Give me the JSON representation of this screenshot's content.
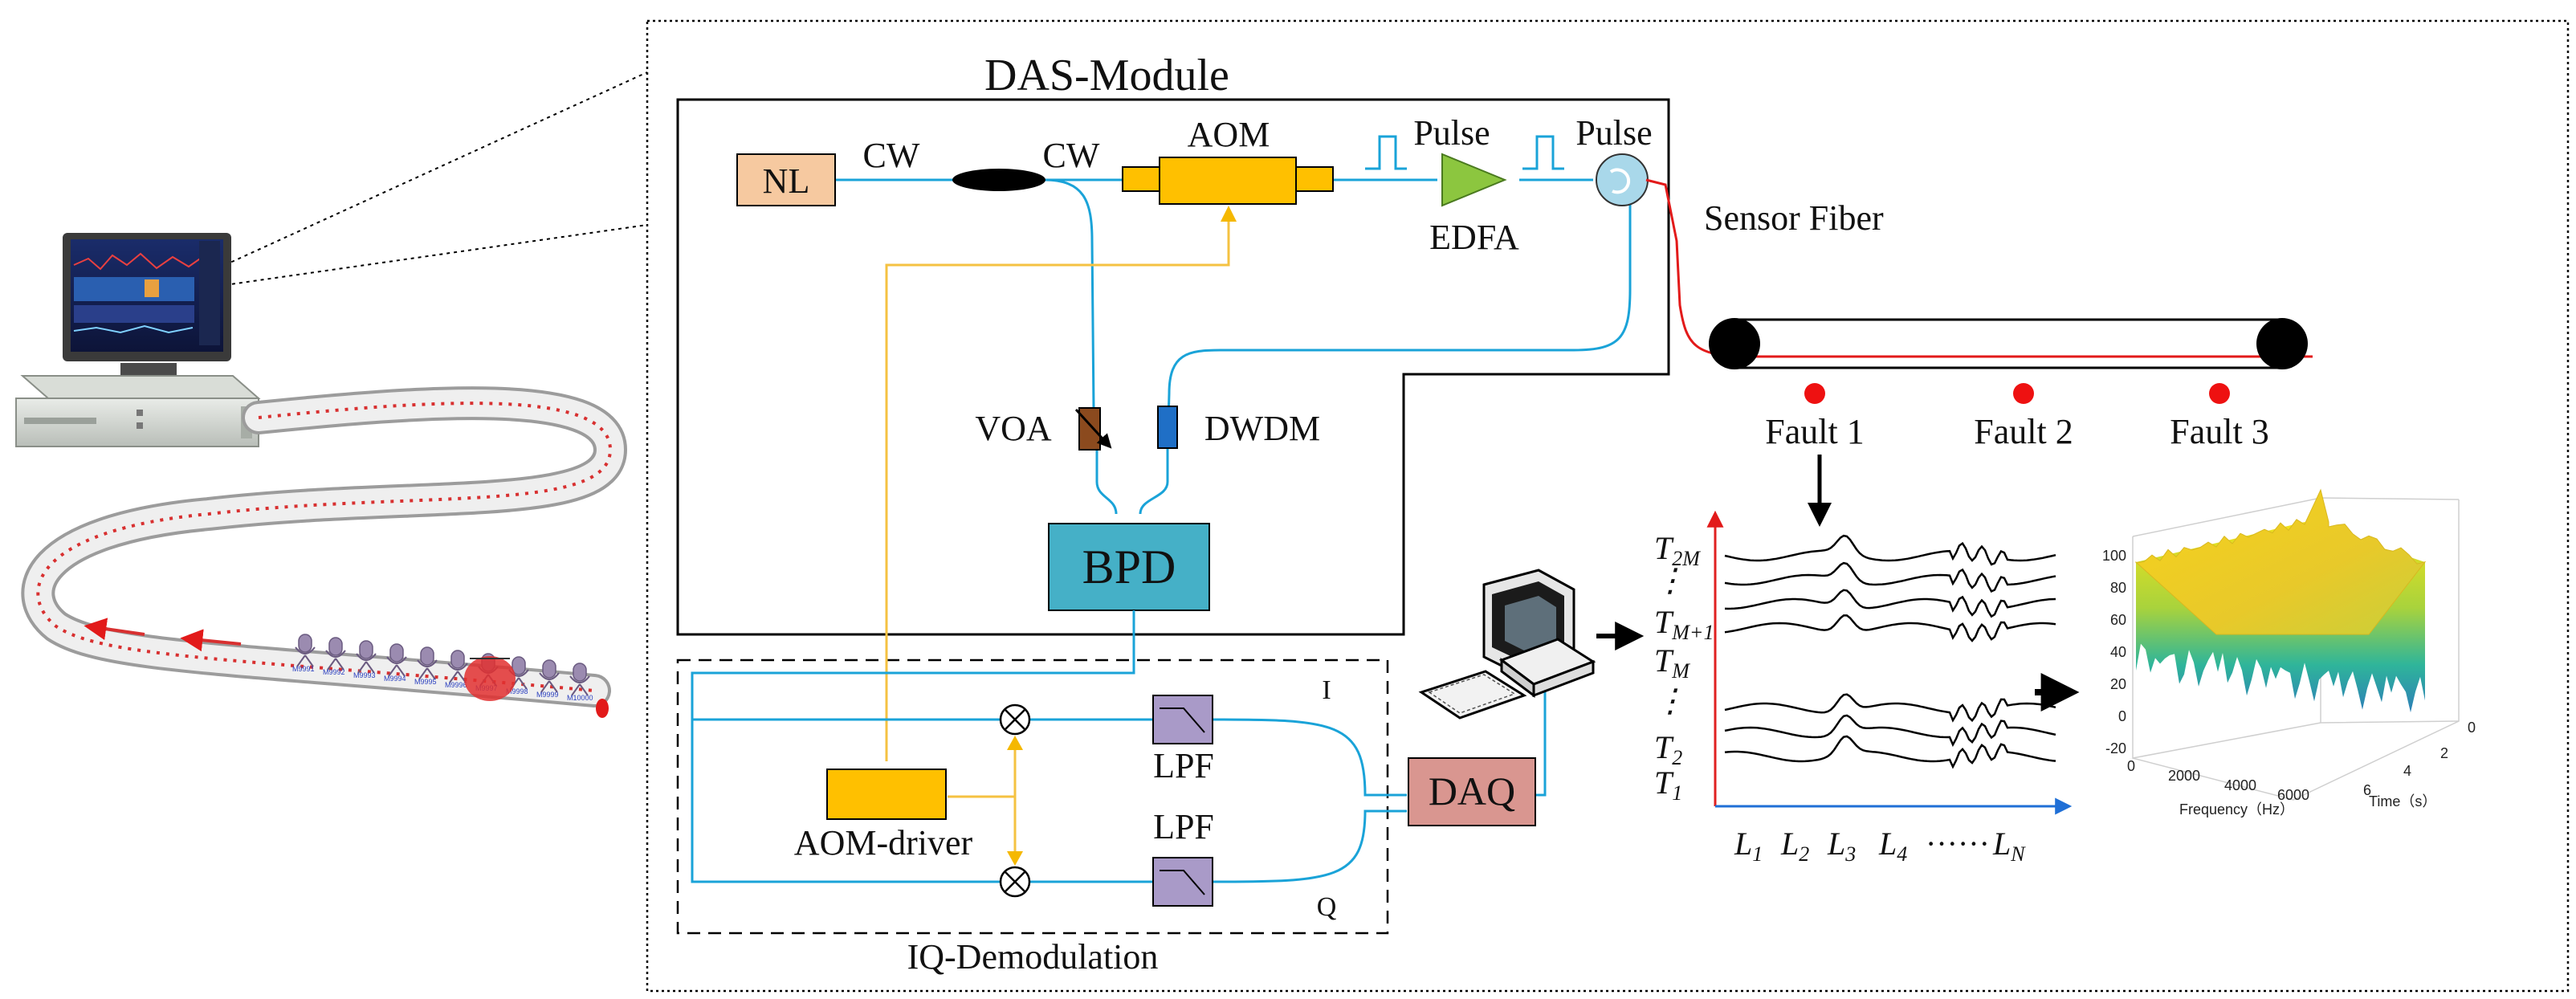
{
  "colors": {
    "fiber": "#1aa3d8",
    "driver_line": "#f5c242",
    "sensor_fiber": "#e21a1a",
    "nl_box": "#f6c9a0",
    "aom_box": "#ffc000",
    "bpd_box": "#45b0c7",
    "daq_box": "#d99690",
    "lpf_box": "#a99ac8",
    "edfa": "#8cc63f",
    "fault_dot": "#ee1111",
    "chart_axis": "#e02020",
    "chart_axis_x": "#1f6fd6"
  },
  "frame": {
    "border": "dotted"
  },
  "das_module": {
    "title": "DAS-Module",
    "nl": "NL",
    "cw1": "CW",
    "cw2": "CW",
    "aom": "AOM",
    "pulse1": "Pulse",
    "pulse2": "Pulse",
    "edfa": "EDFA",
    "voa": "VOA",
    "dwdm": "DWDM",
    "bpd": "BPD"
  },
  "sensor": {
    "fiber_label": "Sensor Fiber",
    "faults": [
      "Fault 1",
      "Fault 2",
      "Fault 3"
    ]
  },
  "iq": {
    "title": "IQ-Demodulation",
    "aom_driver": "AOM-driver",
    "lpf_top": "LPF",
    "lpf_bottom": "LPF",
    "i_label": "I",
    "q_label": "Q",
    "daq": "DAQ"
  },
  "waterfall": {
    "y_labels": [
      {
        "base": "T",
        "sub": "2M"
      },
      {
        "base": "⋮",
        "sub": ""
      },
      {
        "base": "T",
        "sub": "M+1"
      },
      {
        "base": "T",
        "sub": "M"
      },
      {
        "base": "⋮",
        "sub": ""
      },
      {
        "base": "T",
        "sub": "2"
      },
      {
        "base": "T",
        "sub": "1"
      }
    ],
    "x_labels": [
      {
        "base": "L",
        "sub": "1"
      },
      {
        "base": "L",
        "sub": "2"
      },
      {
        "base": "L",
        "sub": "3"
      },
      {
        "base": "L",
        "sub": "4"
      },
      {
        "base": "······",
        "sub": ""
      },
      {
        "base": "L",
        "sub": "N"
      }
    ]
  },
  "surface": {
    "z_ticks": [
      "100",
      "80",
      "60",
      "40",
      "20",
      "0",
      "-20"
    ],
    "x_ticks": [
      "0",
      "2000",
      "4000",
      "6000"
    ],
    "y_ticks": [
      "0",
      "2",
      "4",
      "6"
    ],
    "x_title": "Frequency（Hz）",
    "y_title": "Time（s）"
  },
  "cable": {
    "mic_labels": [
      "M9991",
      "M9992",
      "M9993",
      "M9994",
      "M9995",
      "M9996",
      "M9997",
      "M9998",
      "M9999",
      "M10000"
    ]
  }
}
